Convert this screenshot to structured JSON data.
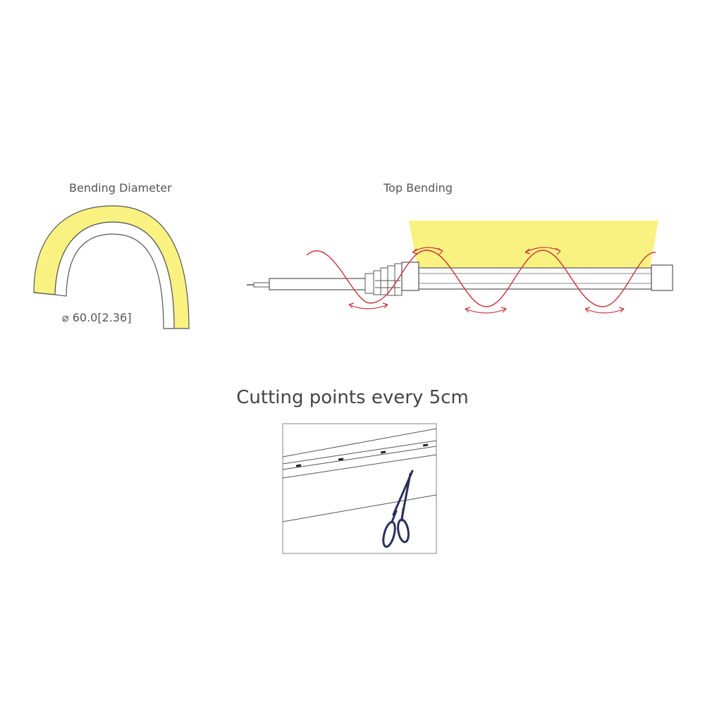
{
  "bending_diameter": {
    "title": "Bending Diameter",
    "diameter_label": "⌀ 60.0[2.36]"
  },
  "top_bending": {
    "title": "Top Bending"
  },
  "cutting": {
    "title": "Cutting points every 5cm"
  },
  "colors": {
    "neon_yellow": "#f9f281",
    "wave_red": "#c8323c",
    "outline": "#555555",
    "scissors": "#2b2f5a"
  }
}
